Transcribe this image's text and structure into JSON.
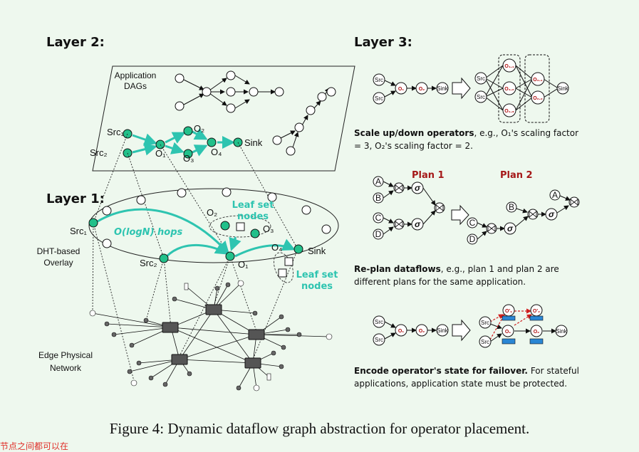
{
  "layer2": {
    "title": "Layer 2:",
    "app_dags_line1": "Application",
    "app_dags_line2": "DAGs",
    "src1": "Src₁",
    "src2": "Src₂",
    "o1": "O₁",
    "o2": "O₂",
    "o3": "O₃",
    "o4": "O₄",
    "sink": "Sink"
  },
  "layer1": {
    "title": "Layer 1:",
    "dht_line1": "DHT-based",
    "dht_line2": "Overlay",
    "src1": "Src₁",
    "src2": "Src₂",
    "o1": "O₁",
    "o2": "O₂",
    "o3": "O₃",
    "o4": "O₄",
    "sink": "Sink",
    "hops": "O(logN) hops",
    "leaf_a_line1": "Leaf set",
    "leaf_a_line2": "nodes",
    "leaf_b_line1": "Leaf set",
    "leaf_b_line2": "nodes",
    "edge_line1": "Edge Physical",
    "edge_line2": "Network"
  },
  "layer3": {
    "title": "Layer 3:",
    "src": "Src",
    "sink": "Sink",
    "o1": "O₁",
    "o2": "O₂",
    "o11": "O₁.₁",
    "o12": "O₁.₂",
    "o13": "O₁.₃",
    "o21": "O₂.₁",
    "o22": "O₂.₂",
    "o1p": "O'₁",
    "o2p": "O'₂",
    "scale_bold": "Scale up/down operators",
    "scale_rest_line1": ", e.g., O₁'s scaling factor",
    "scale_line2": "= 3, O₂'s scaling factor = 2.",
    "plan1": "Plan 1",
    "plan2": "Plan 2",
    "a": "A",
    "b": "B",
    "c": "C",
    "d": "D",
    "sigma": "σ",
    "replan_bold": "Re-plan dataflows",
    "replan_rest_line1": ", e.g., plan 1 and plan 2 are",
    "replan_line2": "different plans for the same application.",
    "encode_bold": "Encode operator's state for failover.",
    "encode_rest_line1": " For stateful",
    "encode_line2": "applications, application state must be protected."
  },
  "caption": "Figure 4: Dynamic dataflow graph abstraction for operator placement.",
  "cropped_text_left": "节点之间都可以在",
  "colors": {
    "teal": "#2ec4b0",
    "node_green": "#22c08a",
    "red_label": "#a51818",
    "state_box": "#2a86d4",
    "background": "#eef8ee"
  }
}
